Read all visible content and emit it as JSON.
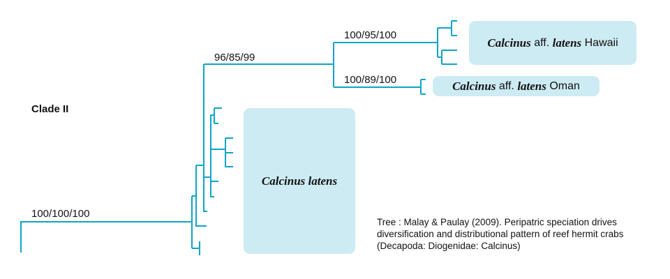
{
  "clade_label": "Clade II",
  "support_values": {
    "root": "100/100/100",
    "upper": "96/85/99",
    "hawaii": "100/95/100",
    "oman": "100/89/100"
  },
  "taxa": {
    "hawaii": {
      "genus": "Calcinus",
      "aff": "aff.",
      "species": "latens",
      "locality": "Hawaii"
    },
    "oman": {
      "genus": "Calcinus",
      "aff": "aff.",
      "species": "latens",
      "locality": "Oman"
    },
    "latens": {
      "name": "Calcinus latens"
    }
  },
  "citation": "Tree : Malay & Paulay (2009). Peripatric speciation drives diversification and distributional pattern of reef hermit crabs (Decapoda: Diogenidae: Calcinus)",
  "colors": {
    "branch": "#0ea3c9",
    "box": "#cdebf3"
  }
}
